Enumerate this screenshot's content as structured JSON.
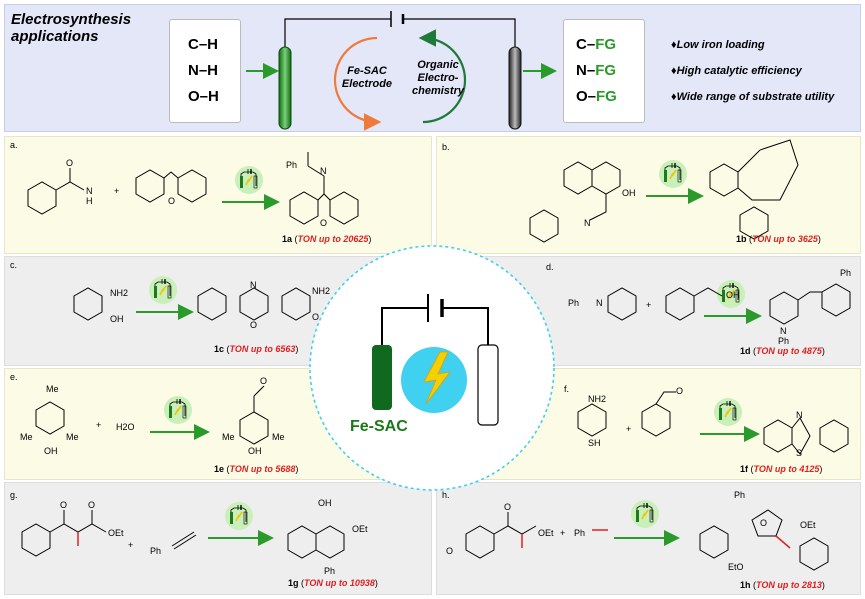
{
  "header": {
    "title_line1": "Electrosynthesis",
    "title_line2": "applications",
    "reactants": [
      "C–H",
      "N–H",
      "O–H"
    ],
    "products_prefix": [
      "C–",
      "N–",
      "O–"
    ],
    "products_fg": "FG",
    "cycle_left_1": "Fe-SAC",
    "cycle_left_2": "Electrode",
    "cycle_right_1": "Organic",
    "cycle_right_2": "Electro-",
    "cycle_right_3": "chemistry",
    "features": [
      "♦Low iron loading",
      "♦High catalytic efficiency",
      "♦Wide range of substrate utility"
    ]
  },
  "center": {
    "label": "Fe-SAC"
  },
  "panels": [
    {
      "letter": "a.",
      "compound": "1a",
      "ton_text": "TON up to 20625"
    },
    {
      "letter": "b.",
      "compound": "1b",
      "ton_text": "TON up to 3625"
    },
    {
      "letter": "c.",
      "compound": "1c",
      "ton_text": "TON up to 6563"
    },
    {
      "letter": "d.",
      "compound": "1d",
      "ton_text": "TON up to 4875"
    },
    {
      "letter": "e.",
      "compound": "1e",
      "ton_text": "TON up to 5688"
    },
    {
      "letter": "f.",
      "compound": "1f",
      "ton_text": "TON up to 4125"
    },
    {
      "letter": "g.",
      "compound": "1g",
      "ton_text": "TON up to 10938"
    },
    {
      "letter": "h.",
      "compound": "1h",
      "ton_text": "TON up to 2813"
    }
  ],
  "atoms": {
    "ph": "Ph",
    "nh": "N",
    "h": "H",
    "o": "O",
    "oh": "OH",
    "nh2": "NH2",
    "sh": "SH",
    "s": "S",
    "n": "N",
    "me": "Me",
    "oet": "OEt",
    "h2o": "H2O",
    "plus": "+",
    "eto": "EtO"
  },
  "colors": {
    "green": "#2a9a2a",
    "orange": "#f07a3a",
    "red": "#e02020",
    "halo": "#c8f0b8",
    "cyan": "#40d0f0"
  }
}
